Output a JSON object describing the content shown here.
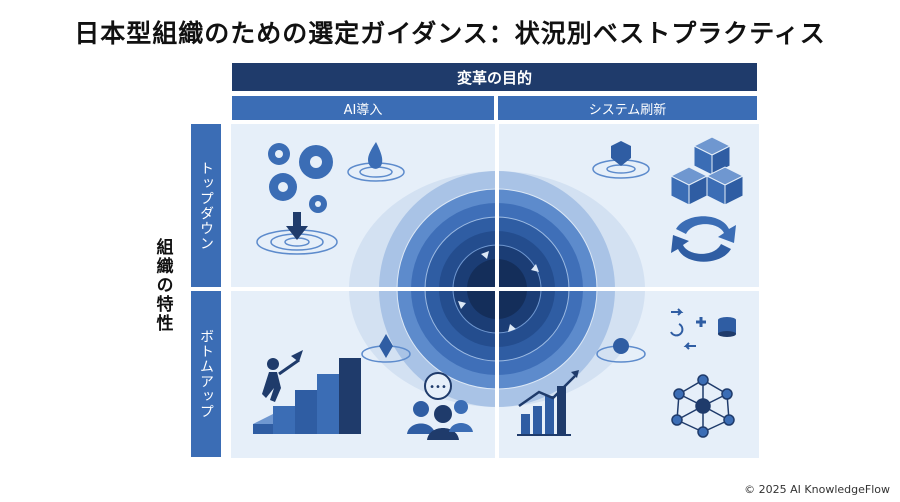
{
  "title": "日本型組織のための選定ガイダンス：状況別ベストプラクティス",
  "header": {
    "main": "変革の目的",
    "col1": "AI導入",
    "col2": "システム刷新"
  },
  "rows": {
    "label": "組織の特性",
    "row1": "トップダウン",
    "row2": "ボトムアップ"
  },
  "footer": "© 2025 AI KnowledgeFlow",
  "colors": {
    "dark_blue": "#1f3b6b",
    "mid_blue": "#3b6db5",
    "light_bg": "#e6eff9"
  },
  "icons": {
    "top_left": [
      "gears-icon",
      "droplet-icon",
      "down-arrow-ripple-icon"
    ],
    "top_right": [
      "cube-drop-icon",
      "stacked-cubes-icon",
      "sync-arrows-icon"
    ],
    "bottom_left": [
      "person-climbing-stairs-icon",
      "diamond-drop-icon",
      "team-chat-icon"
    ],
    "bottom_right": [
      "spark-ripple-icon",
      "growth-chart-icon",
      "data-flow-icon",
      "network-icon"
    ],
    "center": [
      "concentric-vortex-icon"
    ]
  }
}
